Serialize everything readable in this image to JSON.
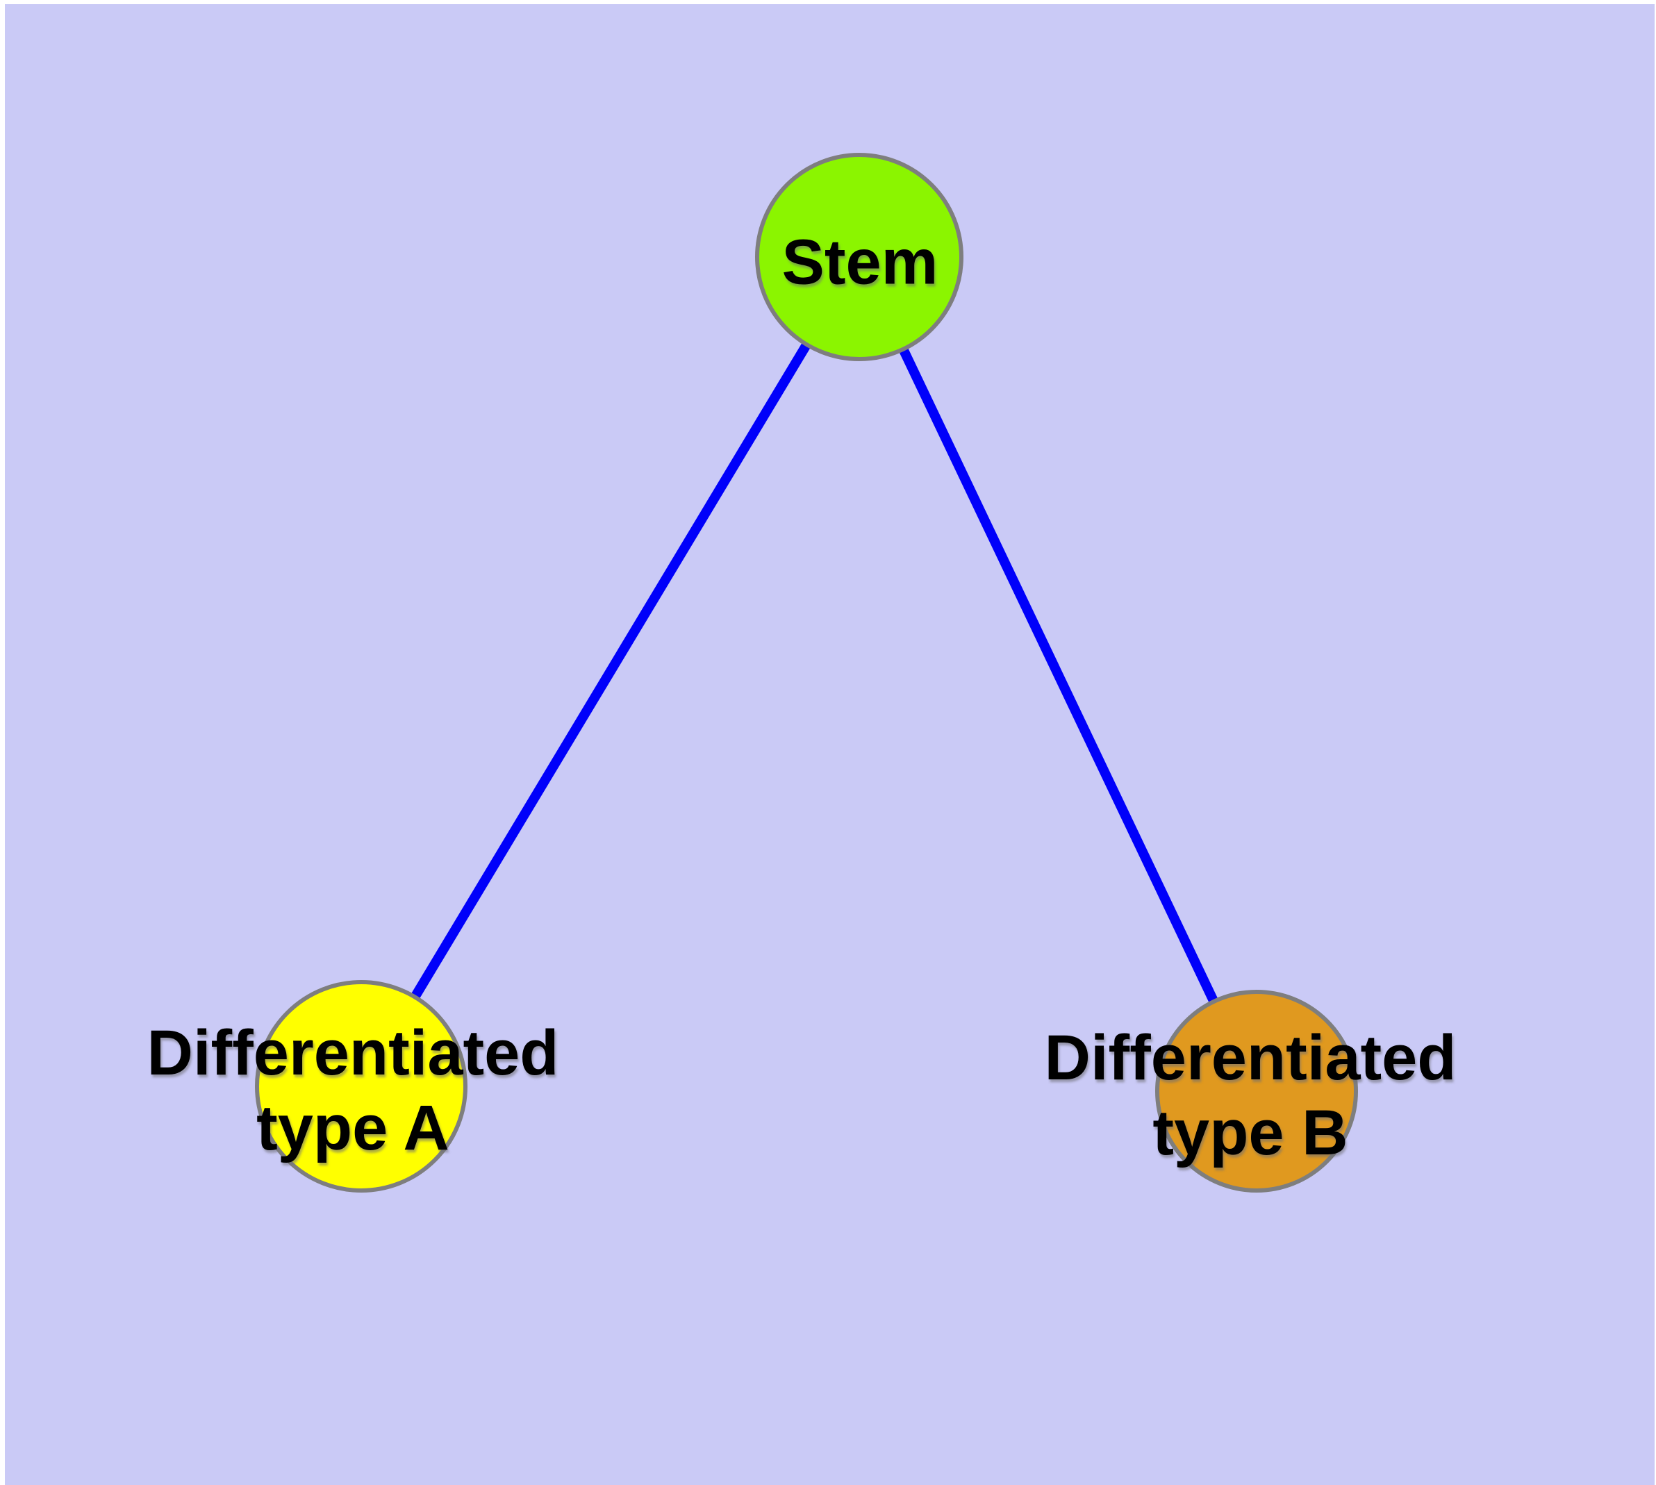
{
  "diagram": {
    "description": "Stem cell differentiation graph",
    "background_color": "#CACAF6",
    "frame_color": "#FFFFFF"
  },
  "graph": {
    "edge_color": "#0000FA",
    "node_border_color": "#7E7E7E",
    "label_color": "#000000",
    "nodes": [
      {
        "id": "stem",
        "label": "Stem",
        "fill": "#8BF500"
      },
      {
        "id": "differentiated-a",
        "label_line1": "Differentiated",
        "label_line2": "type A",
        "fill": "#FFFF00"
      },
      {
        "id": "differentiated-b",
        "label_line1": "Differentiated",
        "label_line2": "type B",
        "fill": "#E0991F"
      }
    ],
    "edges": [
      {
        "from": "stem",
        "to": "differentiated-a"
      },
      {
        "from": "stem",
        "to": "differentiated-b"
      }
    ]
  }
}
